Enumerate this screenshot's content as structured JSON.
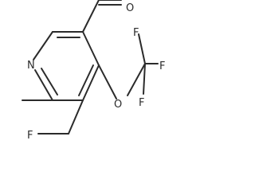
{
  "molecule": {
    "atoms": {
      "ring_nitrogen": "N",
      "aldehyde_oxygen": "O",
      "ether_oxygen": "O",
      "fluorine_top": "F",
      "fluorine_right": "F",
      "fluorine_bottom": "F",
      "fluoromethyl_fluorine": "F"
    }
  }
}
